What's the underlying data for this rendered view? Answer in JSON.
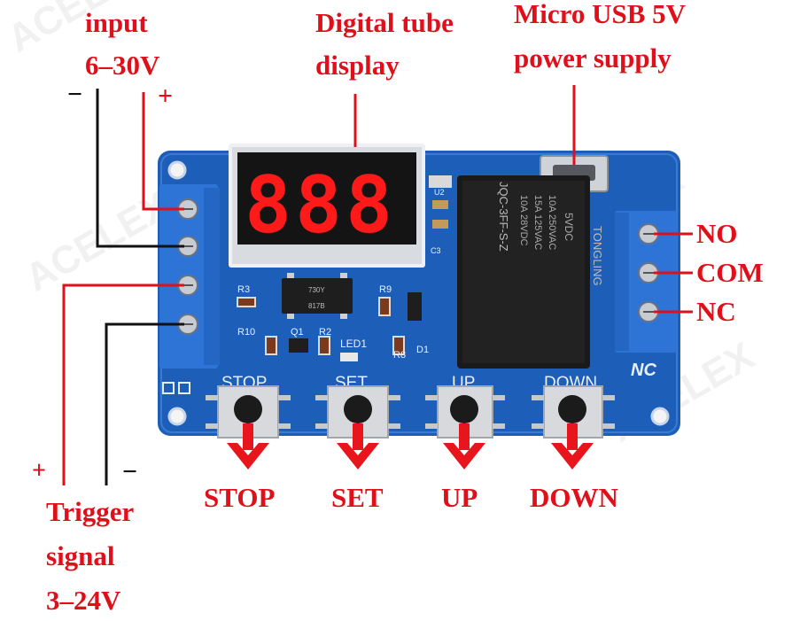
{
  "colors": {
    "label_red": "#e0101a",
    "pcb_blue": "#1d5fb8",
    "terminal_blue": "#2d74d6",
    "relay_black": "#1a1a1a",
    "segment_red": "#ff1a1a"
  },
  "labels": {
    "input_line1": "input",
    "input_line2": "6–30V",
    "input_minus": "−",
    "input_plus": "+",
    "display_line1": "Digital tube",
    "display_line2": "display",
    "usb_line1": "Micro USB 5V",
    "usb_line2": "power supply",
    "no": "NO",
    "com": "COM",
    "nc": "NC",
    "trigger_plus": "+",
    "trigger_minus": "−",
    "trigger_line1": "Trigger",
    "trigger_line2": "signal",
    "trigger_line3": "3–24V",
    "stop": "STOP",
    "set": "SET",
    "up": "UP",
    "down": "DOWN"
  },
  "board": {
    "display_digits": "888",
    "silk_stop": "STOP",
    "silk_set": "SET",
    "silk_up": "UP",
    "silk_down": "DOWN",
    "silk_nc": "NC",
    "silk_led": "LED1",
    "silk_r3": "R3",
    "silk_r9": "R9",
    "silk_r10": "R10",
    "silk_r2": "R2",
    "silk_r8": "R8",
    "silk_q1": "Q1",
    "silk_d1": "D1",
    "silk_u2": "U2",
    "silk_c3": "C3",
    "opto_line1": "730Y",
    "opto_line2": "817B",
    "relay_brand": "TONGLING",
    "relay_model": "JQC-3FF-S-Z",
    "relay_v": "5VDC",
    "relay_r1": "10A 250VAC",
    "relay_r2": "15A 125VAC",
    "relay_r3": "10A 28VDC",
    "watermark": "ACELEX"
  }
}
